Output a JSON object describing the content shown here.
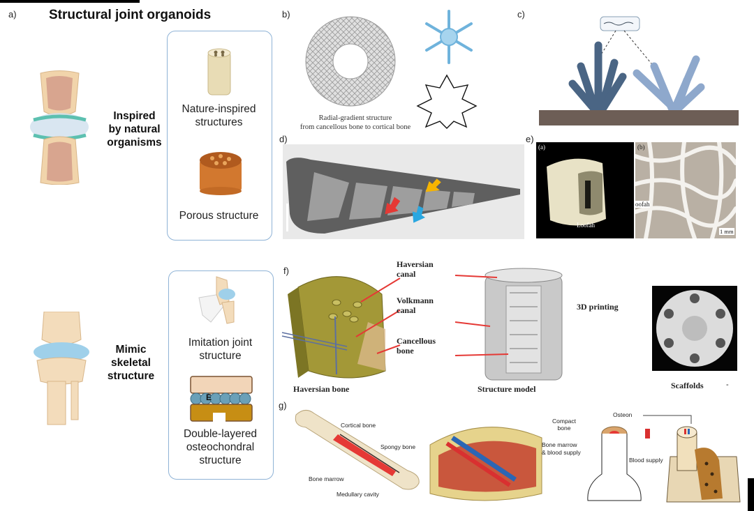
{
  "title": "Structural joint organoids",
  "panel_labels": {
    "a": "a)",
    "b": "b)",
    "c": "c)",
    "d": "d)",
    "e": "e)",
    "f": "f)",
    "g": "g)"
  },
  "section_top": {
    "side_caption": "Inspired\nby natural\norganisms",
    "items": [
      {
        "caption": "Nature-inspired\nstructures"
      },
      {
        "caption": "Porous structure"
      }
    ]
  },
  "section_bottom": {
    "side_caption": "Mimic\nskeletal\nstructure",
    "items": [
      {
        "caption": "Imitation joint\nstructure"
      },
      {
        "caption": "Double-layered\nosteochondral\nstructure"
      }
    ],
    "layer_letter": "E"
  },
  "panel_b": {
    "caption": "Radial-gradient structure\nfrom cancellous bone to cortical bone"
  },
  "panel_e": {
    "sub_a": "(a)",
    "sub_b": "(b)",
    "loofah_1": "Loofah",
    "loofah_2": "oofah",
    "scale": "1 mm"
  },
  "panel_f": {
    "labels": [
      "Haversian\ncanal",
      "Volkmann\ncanal",
      "Cancellous\nbone"
    ],
    "haversian_bone": "Haversian bone",
    "structure_model": "Structure model",
    "printing": "3D printing",
    "scaffolds": "Scaffolds",
    "dash": "-"
  },
  "panel_g": {
    "cortical": "Cortical bone",
    "spongy": "Spongy bone",
    "marrow": "Bone marrow",
    "medullary": "Medullary cavity",
    "marrow_supply": "Bone marrow\n& blood supply",
    "compact": "Compact\nbone",
    "osteon": "Osteon",
    "blood_supply": "Blood supply"
  },
  "colors": {
    "box_border": "#8fb3d6",
    "accent_red": "#e53935",
    "arrow_yellow": "#f6b400",
    "arrow_blue": "#2aa7e0"
  }
}
